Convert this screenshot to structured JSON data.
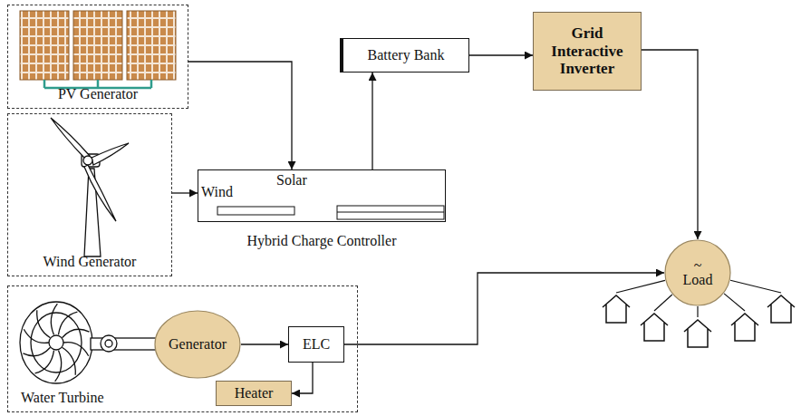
{
  "diagram": {
    "nodes": [
      {
        "text": [
          "PV Generator"
        ]
      },
      {
        "text": [
          "Wind Generator"
        ]
      },
      {
        "text": [
          "Solar",
          "Wind",
          "Hybrid Charge Controller"
        ]
      },
      {
        "text": [
          "Battery Bank"
        ]
      },
      {
        "text": [
          "Grid Interactive Inverter"
        ]
      },
      {
        "text": [
          "~",
          "Load"
        ]
      },
      {
        "text": [
          "Water Turbine"
        ]
      },
      {
        "text": [
          "Generator"
        ],
        "in": 6
      },
      {
        "text": [
          "ELC"
        ],
        "in": 6
      },
      {
        "text": [
          "Heater"
        ],
        "in": 6
      }
    ],
    "edges": [
      {
        "from": 0,
        "to": 2,
        "arrow": "to"
      },
      {
        "from": 1,
        "to": 2,
        "arrow": "to"
      },
      {
        "from": 2,
        "to": 3,
        "arrow": "to"
      },
      {
        "from": 3,
        "to": 4,
        "arrow": "to"
      },
      {
        "from": 4,
        "to": 5,
        "arrow": "to"
      },
      {
        "from": 7,
        "to": 8,
        "arrow": "to"
      },
      {
        "from": 8,
        "to": 9,
        "arrow": "to"
      },
      {
        "from": 8,
        "to": 5,
        "arrow": "to"
      }
    ]
  }
}
